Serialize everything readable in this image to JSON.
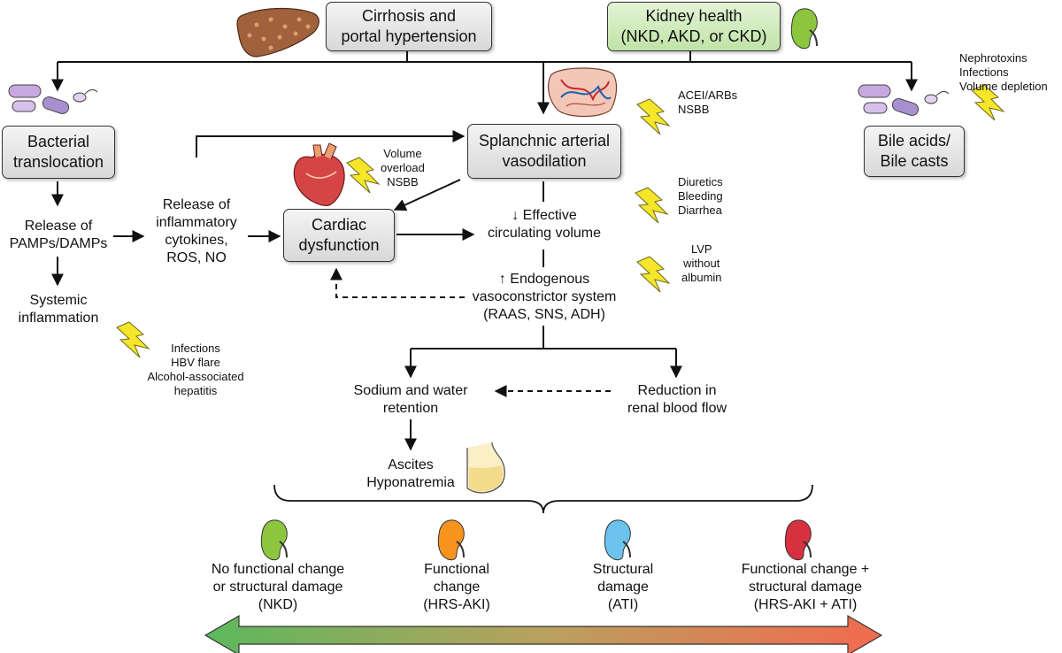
{
  "header": {
    "cirrhosis": [
      "Cirrhosis and",
      "portal hypertension"
    ],
    "kidney_health": [
      "Kidney health",
      "(NKD, AKD, or CKD)"
    ]
  },
  "boxes": {
    "bacterial": [
      "Bacterial",
      "translocation"
    ],
    "splanchnic": [
      "Splanchnic arterial",
      "vasodilation"
    ],
    "bile": [
      "Bile acids/",
      "Bile casts"
    ],
    "cardiac": [
      "Cardiac",
      "dysfunction"
    ]
  },
  "texts": {
    "pamps": [
      "Release of",
      "PAMPs/DAMPs"
    ],
    "systemic": [
      "Systemic",
      "inflammation"
    ],
    "cytokines": [
      "Release of",
      "inflammatory",
      "cytokines,",
      "ROS, NO"
    ],
    "effective": [
      "↓ Effective",
      "circulating volume"
    ],
    "endogenous": [
      "↑ Endogenous",
      "vasoconstrictor system",
      "(RAAS, SNS, ADH)"
    ],
    "sodium": [
      "Sodium and water",
      "retention"
    ],
    "renal": [
      "Reduction in",
      "renal blood flow"
    ],
    "ascites": [
      "Ascites",
      "Hyponatremia"
    ]
  },
  "triggers": {
    "nephrotoxins": [
      "Nephrotoxins",
      "Infections",
      "Volume depletion"
    ],
    "acei": [
      "ACEI/ARBs",
      "NSBB"
    ],
    "volume": [
      "Volume",
      "overload",
      "NSBB"
    ],
    "diuretics": [
      "Diuretics",
      "Bleeding",
      "Diarrhea"
    ],
    "lvp": [
      "LVP",
      "without",
      "albumin"
    ],
    "infections": [
      "Infections",
      "HBV flare",
      "Alcohol-associated",
      "hepatitis"
    ]
  },
  "outcomes": [
    {
      "lines": [
        "No functional change",
        "or structural damage",
        "(NKD)"
      ],
      "color": "#8cc63f"
    },
    {
      "lines": [
        "Functional",
        "change",
        "(HRS-AKI)"
      ],
      "color": "#f7941d"
    },
    {
      "lines": [
        "Structural",
        "damage",
        "(ATI)"
      ],
      "color": "#6cc3ee"
    },
    {
      "lines": [
        "Functional change +",
        "structural damage",
        "(HRS-AKI + ATI)"
      ],
      "color": "#d7303f"
    }
  ],
  "colors": {
    "gradient_left": "#5cb85c",
    "gradient_right": "#f26a4f",
    "bolt": "#f5e62a",
    "kidney_health": "#8cc63f"
  },
  "icons": [
    "liver-icon",
    "kidney-icon",
    "bacteria-icon",
    "intestine-icon",
    "heart-icon",
    "abdomen-icon",
    "lightning-icon"
  ]
}
